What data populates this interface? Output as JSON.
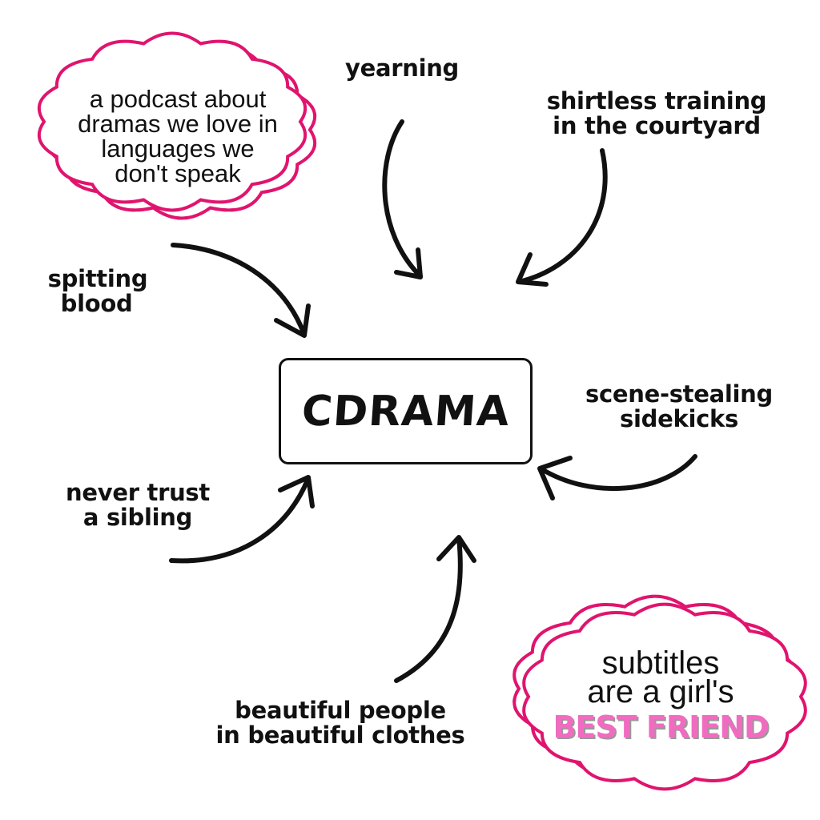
{
  "colors": {
    "accent_pink": "#e0146e",
    "best_friend_pink": "#f06cc0",
    "ink": "#111111"
  },
  "center": {
    "label": "CDRAMA"
  },
  "clouds": {
    "top_left": {
      "lines": [
        "a podcast about",
        "dramas we love in",
        "languages we",
        "don't speak"
      ]
    },
    "bottom_right": {
      "lines": [
        "subtitles",
        "are a girl's"
      ],
      "highlight": "BEST FRIEND"
    }
  },
  "labels": {
    "yearning": [
      "yearning"
    ],
    "shirtless": [
      "shirtless training",
      "in the courtyard"
    ],
    "spitting": [
      "spitting",
      "blood"
    ],
    "scene": [
      "scene-stealing",
      "sidekicks"
    ],
    "sibling": [
      "never trust",
      "a sibling"
    ],
    "beautiful": [
      "beautiful people",
      "in beautiful clothes"
    ]
  }
}
